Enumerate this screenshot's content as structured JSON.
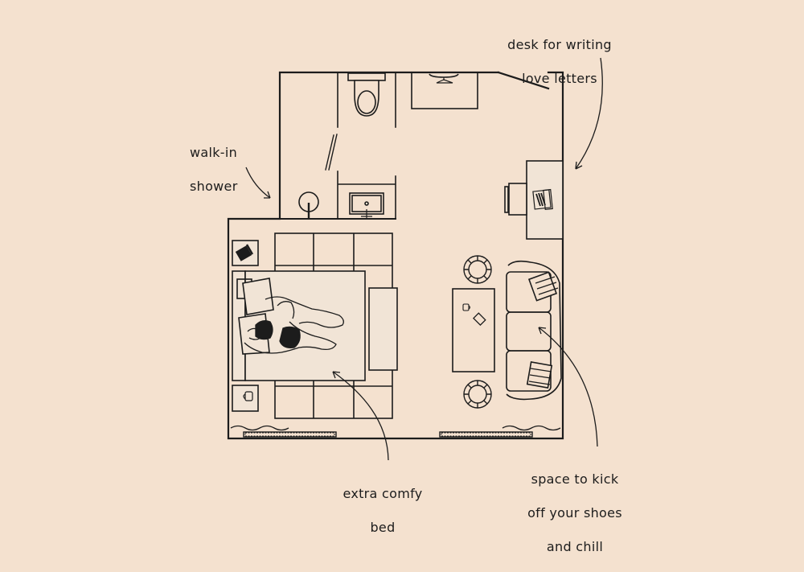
{
  "diagram": {
    "title": "Hotel room floor plan",
    "background_color": "#f4e1cf",
    "line_color": "#1c1c1c",
    "furniture_fill": "#f1e4d6",
    "annotations": [
      {
        "id": "desk",
        "lines": [
          "desk for writing",
          "love letters"
        ]
      },
      {
        "id": "shower",
        "lines": [
          "walk-in",
          "shower"
        ]
      },
      {
        "id": "bed",
        "lines": [
          "extra comfy",
          "bed"
        ]
      },
      {
        "id": "lounge",
        "lines": [
          "space to kick",
          "off your shoes",
          "and chill"
        ]
      }
    ],
    "rooms": [
      "bathroom",
      "walk-in shower",
      "bedroom"
    ],
    "fixtures": [
      "toilet",
      "sink",
      "shower-drain",
      "wardrobe",
      "desk",
      "chair",
      "laptop",
      "bed",
      "nightstand-left-top",
      "nightstand-left-bottom",
      "bench",
      "rug",
      "sofa",
      "coffee-table",
      "pouf-top",
      "pouf-bottom",
      "radiator-left",
      "radiator-right",
      "curtain-left",
      "curtain-right"
    ]
  }
}
